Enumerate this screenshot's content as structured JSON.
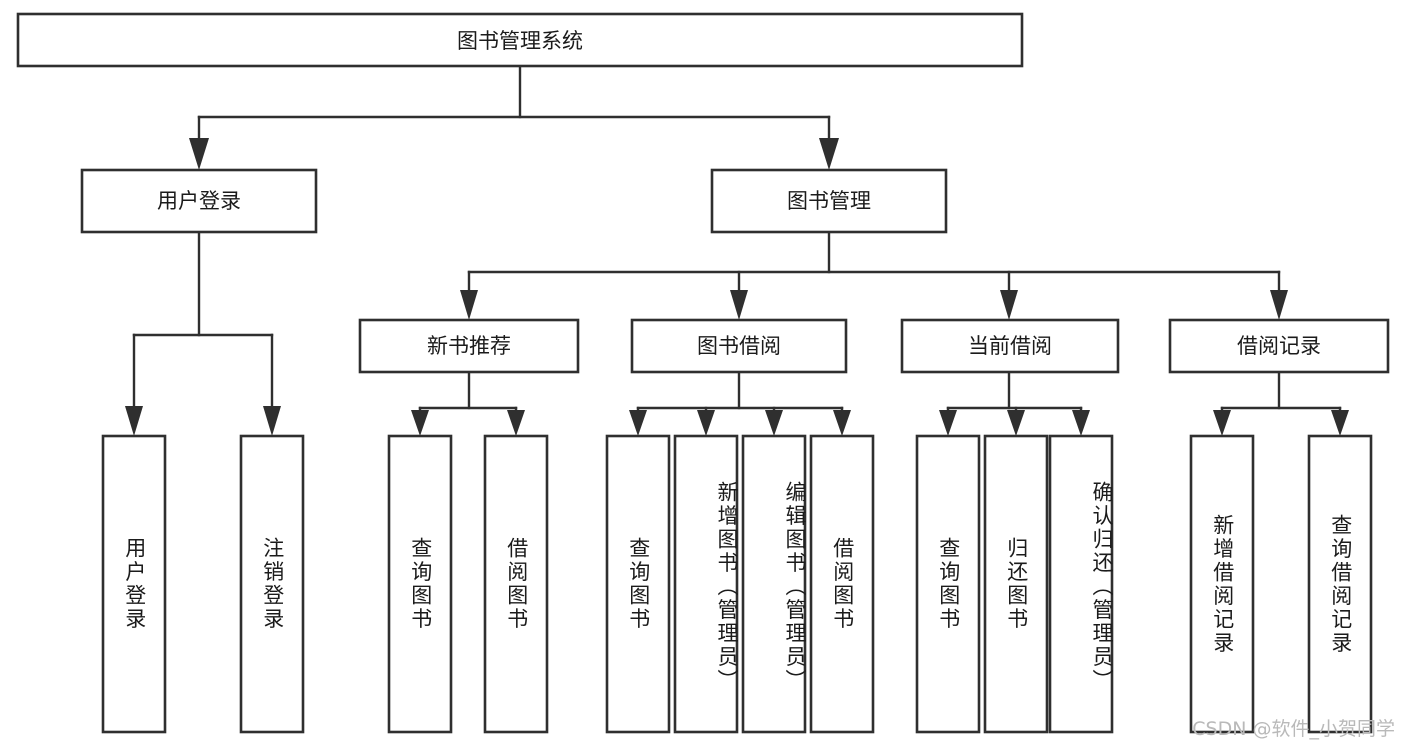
{
  "diagram": {
    "type": "tree-hierarchy",
    "title": "图书管理系统",
    "watermark": "CSDN @软件_小贺同学",
    "root": {
      "id": "root",
      "label": "图书管理系统",
      "orientation": "horizontal"
    },
    "level2": [
      {
        "id": "user-login",
        "label": "用户登录",
        "orientation": "horizontal"
      },
      {
        "id": "book-manage",
        "label": "图书管理",
        "orientation": "horizontal"
      }
    ],
    "level3": [
      {
        "id": "new-book-recommend",
        "label": "新书推荐",
        "orientation": "horizontal",
        "parent": "book-manage"
      },
      {
        "id": "book-borrow",
        "label": "图书借阅",
        "orientation": "horizontal",
        "parent": "book-manage"
      },
      {
        "id": "current-borrow",
        "label": "当前借阅",
        "orientation": "horizontal",
        "parent": "book-manage"
      },
      {
        "id": "borrow-record",
        "label": "借阅记录",
        "orientation": "horizontal",
        "parent": "book-manage"
      }
    ],
    "leaves": [
      {
        "id": "leaf-user-login",
        "label": "用户登录",
        "orientation": "vertical",
        "parent": "user-login"
      },
      {
        "id": "leaf-logout-login",
        "label": "注销登录",
        "orientation": "vertical",
        "parent": "user-login"
      },
      {
        "id": "leaf-query-book-1",
        "label": "查询图书",
        "orientation": "vertical",
        "parent": "new-book-recommend"
      },
      {
        "id": "leaf-borrow-book-1",
        "label": "借阅图书",
        "orientation": "vertical",
        "parent": "new-book-recommend"
      },
      {
        "id": "leaf-query-book-2",
        "label": "查询图书",
        "orientation": "vertical",
        "parent": "book-borrow"
      },
      {
        "id": "leaf-add-book",
        "label": "新增图书（管理员）",
        "orientation": "vertical",
        "parent": "book-borrow"
      },
      {
        "id": "leaf-edit-book",
        "label": "编辑图书（管理员）",
        "orientation": "vertical",
        "parent": "book-borrow"
      },
      {
        "id": "leaf-borrow-book-2",
        "label": "借阅图书",
        "orientation": "vertical",
        "parent": "book-borrow"
      },
      {
        "id": "leaf-query-book-3",
        "label": "查询图书",
        "orientation": "vertical",
        "parent": "current-borrow"
      },
      {
        "id": "leaf-return-book",
        "label": "归还图书",
        "orientation": "vertical",
        "parent": "current-borrow"
      },
      {
        "id": "leaf-confirm-return",
        "label": "确认归还（管理员）",
        "orientation": "vertical",
        "parent": "current-borrow"
      },
      {
        "id": "leaf-add-record",
        "label": "新增借阅记录",
        "orientation": "vertical",
        "parent": "borrow-record"
      },
      {
        "id": "leaf-query-record",
        "label": "查询借阅记录",
        "orientation": "vertical",
        "parent": "borrow-record"
      }
    ],
    "colors": {
      "box_stroke": "#2f2f2f",
      "box_fill": "#ffffff",
      "text": "#1b1b1b",
      "connector": "#2f2f2f",
      "watermark": "#b9b9b9",
      "background": "#ffffff"
    }
  }
}
